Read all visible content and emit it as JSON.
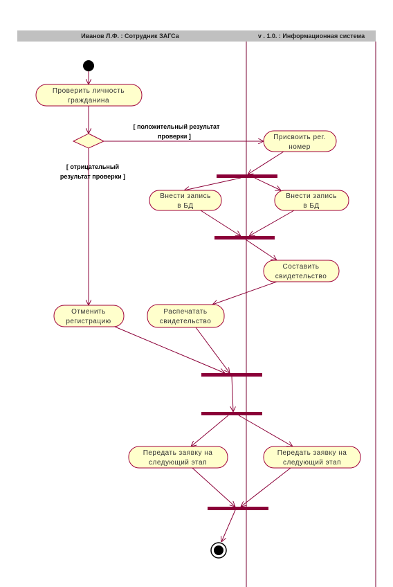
{
  "swimlanes": [
    {
      "title": "Иванов Л.Ф. : Сотрудник ЗАГСа"
    },
    {
      "title": "v . 1.0. : Информационная система"
    }
  ],
  "activities": {
    "verify": [
      "Проверить личность",
      "гражданина"
    ],
    "assign": [
      "Присвоить рег.",
      "номер"
    ],
    "record_left": [
      "Внести запись",
      "в БД"
    ],
    "record_right": [
      "Внести запись",
      "в БД"
    ],
    "compose": [
      "Составить",
      "свидетельство"
    ],
    "cancel": [
      "Отменить",
      "регистрацию"
    ],
    "print": [
      "Распечатать",
      "свидетельство"
    ],
    "pass_left": [
      "Передать заявку на",
      "следующий этап"
    ],
    "pass_right": [
      "Передать заявку на",
      "следующий этап"
    ]
  },
  "guards": {
    "positive": [
      "[ положительный результат",
      "проверки ]"
    ],
    "negative": [
      "[ отрицательный",
      "результат проверки ]"
    ]
  },
  "colors": {
    "activity_fill": "#ffffcc",
    "line": "#8b0038",
    "header": "#c0c0c0"
  }
}
